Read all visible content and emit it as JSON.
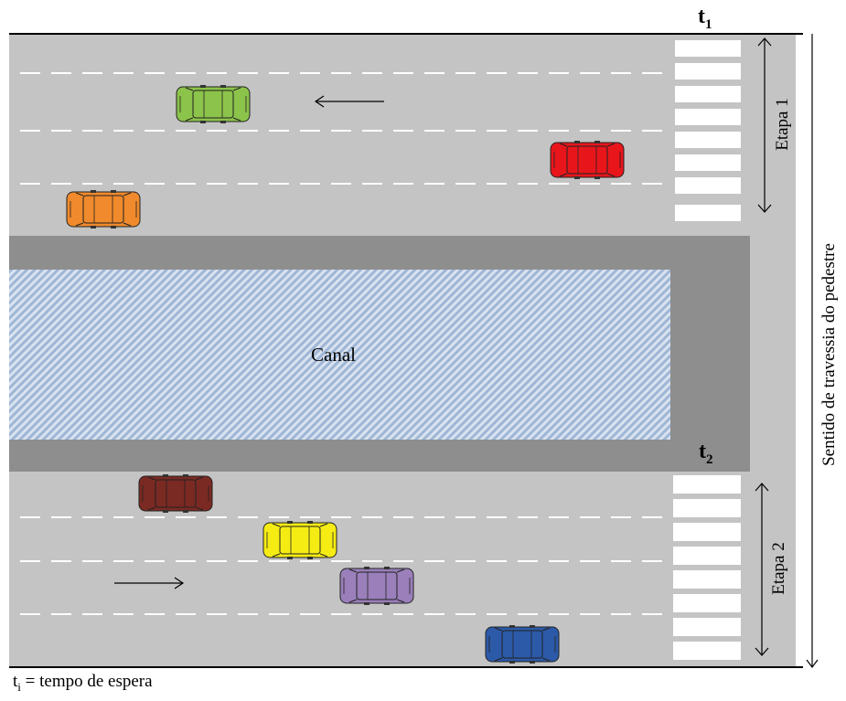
{
  "labels": {
    "t1": {
      "base": "t",
      "sub": "1"
    },
    "t2": {
      "base": "t",
      "sub": "2"
    },
    "canal": "Canal",
    "etapa1": "Etapa 1",
    "etapa2": "Etapa 2",
    "sentido": "Sentido de travessia do pedestre",
    "legend": {
      "base": "t",
      "sub": "i",
      "rest": " = tempo de espera"
    }
  },
  "colors": {
    "road": "#c4c4c4",
    "median": "#8e8e8e",
    "water": "#a9bfdc",
    "lane_marking": "#ffffff",
    "crosswalk": "#ffffff",
    "edge_line": "#000000"
  },
  "cars": [
    {
      "name": "green-car",
      "color": "#8cc34a",
      "direction": "left"
    },
    {
      "name": "red-car",
      "color": "#e8161b",
      "direction": "left"
    },
    {
      "name": "orange-car",
      "color": "#f08a2c",
      "direction": "left"
    },
    {
      "name": "brown-car",
      "color": "#7a2a22",
      "direction": "right"
    },
    {
      "name": "yellow-car",
      "color": "#f5ec14",
      "direction": "right"
    },
    {
      "name": "purple-car",
      "color": "#9a7fba",
      "direction": "right"
    },
    {
      "name": "blue-car",
      "color": "#2c5aa8",
      "direction": "right"
    }
  ],
  "icons": {
    "traffic_arrow_top": "arrow-left-icon",
    "traffic_arrow_bottom": "arrow-right-icon"
  }
}
